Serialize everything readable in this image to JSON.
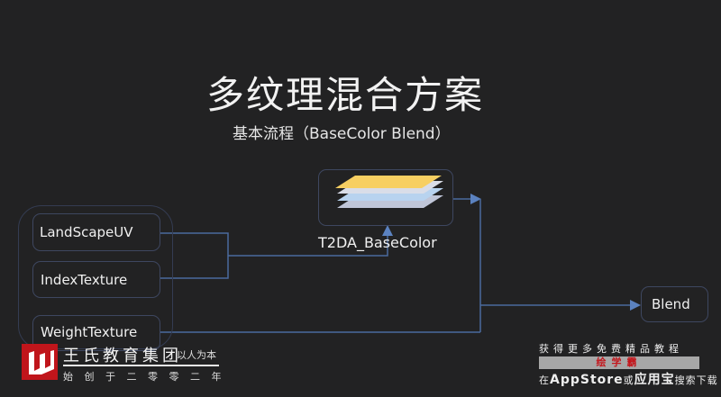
{
  "slide": {
    "title": "多纹理混合方案",
    "subtitle": "基本流程（BaseColor Blend）"
  },
  "nodes": {
    "landscape_uv": "LandScapeUV",
    "index_texture": "IndexTexture",
    "weight_texture": "WeightTexture",
    "t2da": "T2DA_BaseColor",
    "blend": "Blend"
  },
  "colors": {
    "background": "#222223",
    "line": "#4a6a9e",
    "layer_yellow": "#f7cf62",
    "layer_light": "#d9dde8",
    "layer_blue": "#b8d3ef",
    "layer_gray": "#c0c6d8",
    "logo_red": "#c0151b"
  },
  "watermark": {
    "brand": "王氏教育集团",
    "motto": "以人为本",
    "since": "始创于二零零二年",
    "promo_line1": "获得更多免费精品教程",
    "promo_app": "绘学霸",
    "promo_line3_pre": "在",
    "promo_line3_store": "AppStore",
    "promo_line3_mid": "或",
    "promo_line3_store2": "应用宝",
    "promo_line3_post": "搜索下载"
  }
}
